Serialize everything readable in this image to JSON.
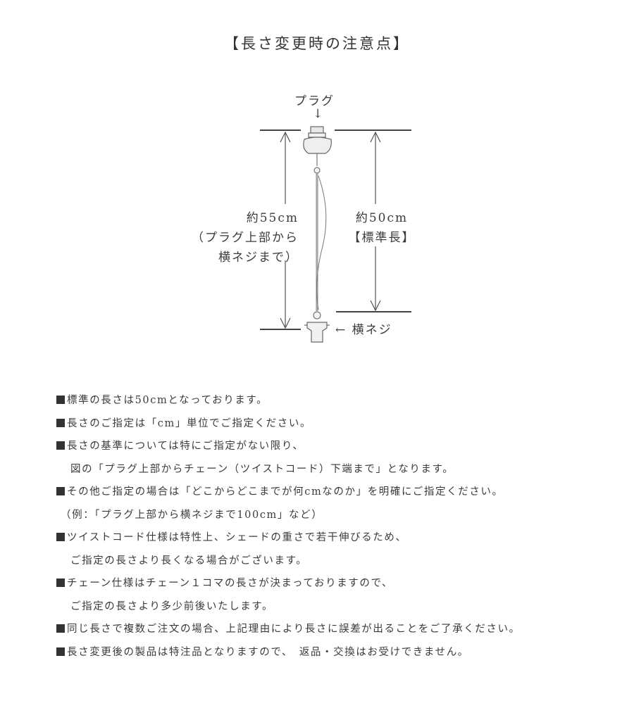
{
  "title": "【長さ変更時の注意点】",
  "diagram": {
    "plug_label": "プラグ",
    "plug_arrow": "↓",
    "left_label": [
      "約55cm",
      "（プラグ上部から",
      "横ネジまで）"
    ],
    "right_label": [
      "約50cm",
      "【標準長】"
    ],
    "screw_label": "← 横ネジ"
  },
  "notes": [
    {
      "bullet": true,
      "indent": false,
      "text": "標準の長さは50cmとなっております。"
    },
    {
      "bullet": true,
      "indent": false,
      "text": "長さのご指定は「cm」単位でご指定ください。"
    },
    {
      "bullet": true,
      "indent": false,
      "text": "長さの基準については特にご指定がない限り、"
    },
    {
      "bullet": false,
      "indent": true,
      "text": "図の「プラグ上部からチェーン（ツイストコード）下端まで」となります。"
    },
    {
      "bullet": true,
      "indent": false,
      "text": "その他ご指定の場合は「どこからどこまでが何cmなのか」を明確にご指定ください。"
    },
    {
      "bullet": false,
      "indent": false,
      "paren": true,
      "text": "（例：「プラグ上部から横ネジまで100cm」など）"
    },
    {
      "bullet": true,
      "indent": false,
      "text": "ツイストコード仕様は特性上、シェードの重さで若干伸びるため、"
    },
    {
      "bullet": false,
      "indent": true,
      "text": "ご指定の長さより長くなる場合がございます。"
    },
    {
      "bullet": true,
      "indent": false,
      "text": "チェーン仕様はチェーン１コマの長さが決まっておりますので、"
    },
    {
      "bullet": false,
      "indent": true,
      "text": "ご指定の長さより多少前後いたします。"
    },
    {
      "bullet": true,
      "indent": false,
      "text": "同じ長さで複数ご注文の場合、上記理由により長さに誤差が出ることをご了承ください。"
    },
    {
      "bullet": true,
      "indent": false,
      "text": "長さ変更後の製品は特注品となりますので、　返品・交換はお受けできません。"
    }
  ]
}
